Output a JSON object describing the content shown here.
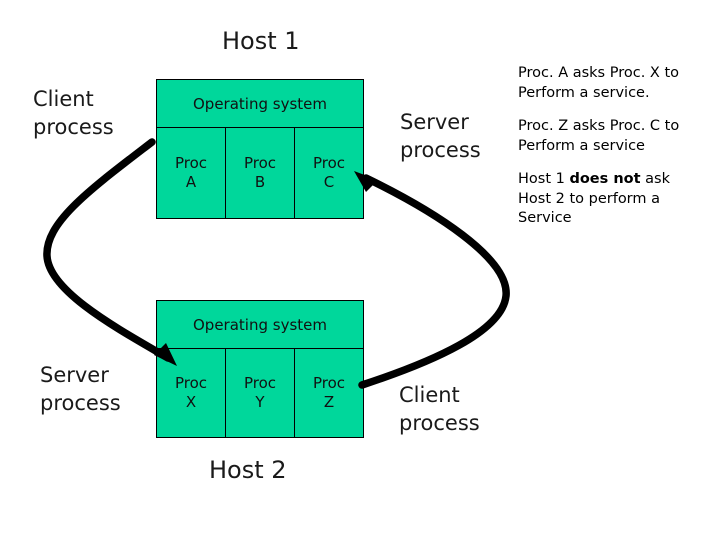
{
  "diagram": {
    "title_host1": "Host 1",
    "title_host2": "Host 2",
    "os_label": "Operating system",
    "accent_color": "#00D79B",
    "border_color": "#000000",
    "arrow_color": "#000000",
    "background_color": "#FFFFFF"
  },
  "host1": {
    "title": "Host 1",
    "os_label": "Operating system",
    "processes": [
      {
        "line1": "Proc",
        "line2": "A"
      },
      {
        "line1": "Proc",
        "line2": "B"
      },
      {
        "line1": "Proc",
        "line2": "C"
      }
    ]
  },
  "host2": {
    "title": "Host 2",
    "os_label": "Operating system",
    "processes": [
      {
        "line1": "Proc",
        "line2": "X"
      },
      {
        "line1": "Proc",
        "line2": "Y"
      },
      {
        "line1": "Proc",
        "line2": "Z"
      }
    ]
  },
  "captions": {
    "client_top_line1": "Client",
    "client_top_line2": "process",
    "server_bottom_line1": "Server",
    "server_bottom_line2": "process",
    "server_top_line1": "Server",
    "server_top_line2": "process",
    "client_bottom_line1": "Client",
    "client_bottom_line2": "process"
  },
  "notes": {
    "note1_line1": "Proc. A asks Proc. X to",
    "note1_line2": "Perform a service.",
    "note2_line1": "Proc. Z asks Proc. C to",
    "note2_line2": "Perform a service",
    "note3_prefix": "Host 1 ",
    "note3_bold": "does not",
    "note3_suffix": " ask",
    "note3_line2": "Host 2 to perform a",
    "note3_line3": "Service"
  },
  "arrows": [
    {
      "name": "arrow-a-to-x",
      "from": "Proc A",
      "to": "Proc X",
      "direction": "host1-to-host2",
      "side": "left"
    },
    {
      "name": "arrow-z-to-c",
      "from": "Proc Z",
      "to": "Proc C",
      "direction": "host2-to-host1",
      "side": "right"
    }
  ]
}
